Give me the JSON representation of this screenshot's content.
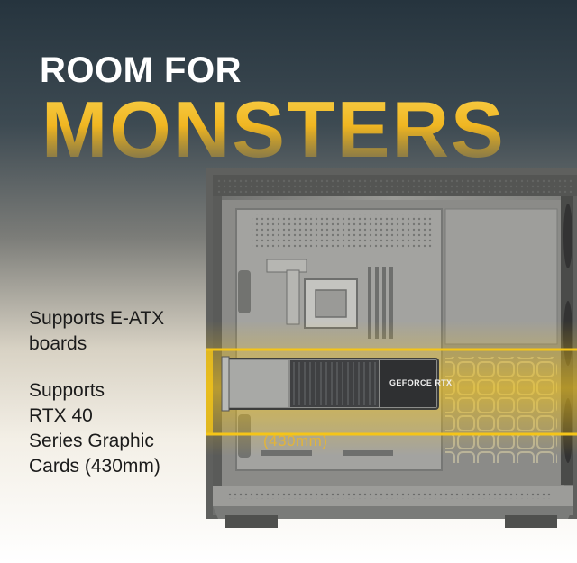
{
  "headline": {
    "line1": "ROOM FOR",
    "line2": "MONSTERS"
  },
  "features": [
    {
      "text": "Supports E-ATX\nboards"
    },
    {
      "text": "Supports\nRTX 40\nSeries Graphic\nCards (430mm)"
    }
  ],
  "gpu": {
    "brand_label": "GEFORCE RTX",
    "length_label": "(430mm)"
  },
  "colors": {
    "accent_gold": "#f0b622",
    "case_grey": "#8f8f8c",
    "highlight_yellow": "#f5c518"
  }
}
